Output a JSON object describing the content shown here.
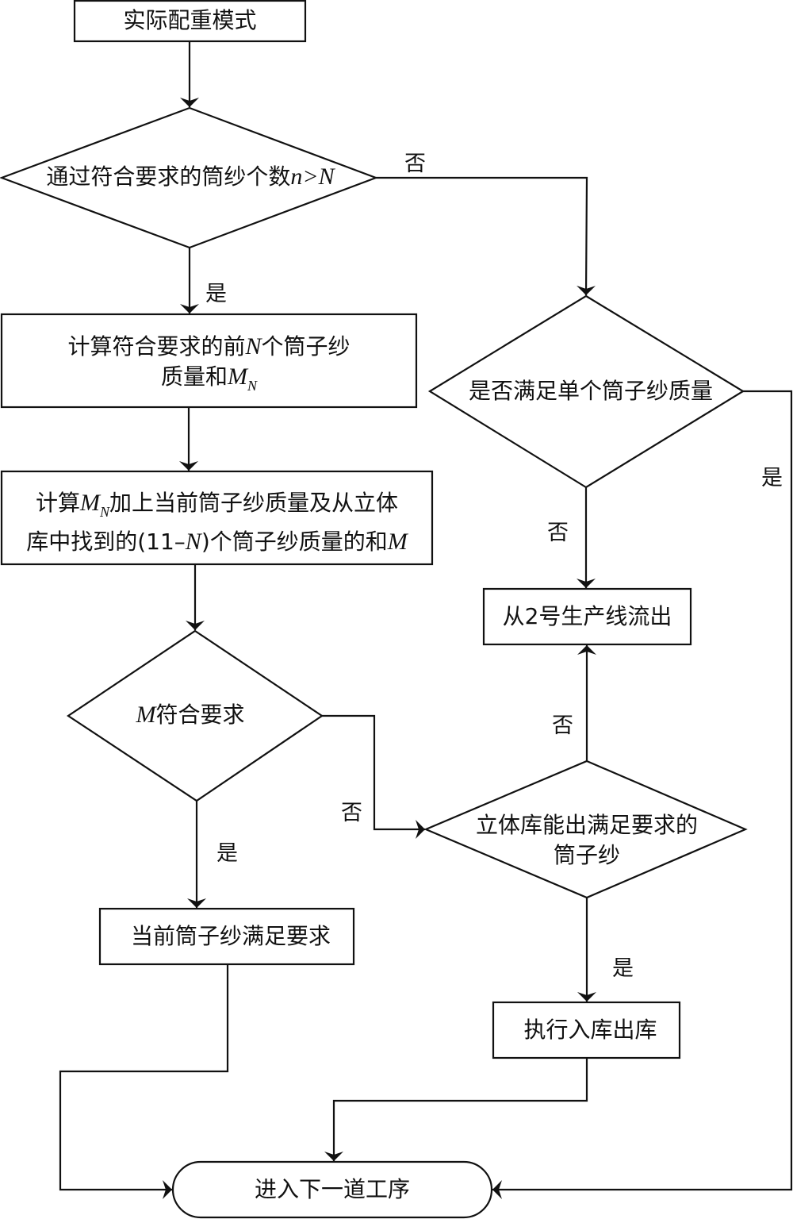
{
  "nodes": {
    "start": {
      "type": "process",
      "label": "实际配重模式"
    },
    "decision_count": {
      "type": "decision",
      "label_pre": "通过符合要求的筒纱个数",
      "var1": "n",
      "op": ">",
      "var2": "N"
    },
    "calc_top_n": {
      "type": "process",
      "line1_pre": "计算符合要求的前",
      "line1_var": "N",
      "line1_post": "个筒子纱",
      "line2_pre": "质量和",
      "line2_var": "M",
      "line2_sub": "N"
    },
    "calc_m": {
      "type": "process",
      "line1_pre": "计算",
      "line1_var": "M",
      "line1_sub": "N",
      "line1_post": "加上当前筒子纱质量及从立体",
      "line2_pre": "库中找到的(11–",
      "line2_var": "N",
      "line2_mid": ")个筒子纱质量的和",
      "line2_var2": "M"
    },
    "decision_m": {
      "type": "decision",
      "var": "M",
      "label_post": "符合要求"
    },
    "current_ok": {
      "type": "process",
      "label": "当前筒子纱满足要求"
    },
    "decision_single": {
      "type": "decision",
      "label": "是否满足单个筒子纱质量"
    },
    "line2_out": {
      "type": "process",
      "label": "从2号生产线流出"
    },
    "decision_storage": {
      "type": "decision",
      "line1": "立体库能出满足要求的",
      "line2": "筒子纱"
    },
    "storage_io": {
      "type": "process",
      "label": "执行入库出库"
    },
    "next_step": {
      "type": "terminal",
      "label": "进入下一道工序"
    }
  },
  "edge_labels": {
    "count_no": "否",
    "count_yes": "是",
    "single_yes": "是",
    "single_no": "否",
    "m_no": "否",
    "m_yes": "是",
    "storage_no": "否",
    "storage_yes": "是"
  },
  "colors": {
    "stroke": "#111111",
    "background": "#ffffff"
  }
}
